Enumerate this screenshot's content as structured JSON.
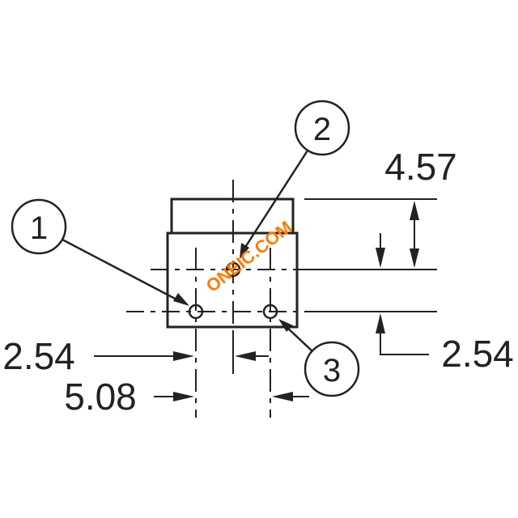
{
  "diagram": {
    "pin_labels": [
      "1",
      "2",
      "3"
    ],
    "dimensions": {
      "top_height": "4.57",
      "right_pitch": "2.54",
      "left_pitch": "2.54",
      "left_span": "5.08"
    },
    "watermark": "ONEIC.COM",
    "colors": {
      "line": "#222222",
      "watermark": "#ff7a00",
      "background": "#ffffff"
    }
  }
}
